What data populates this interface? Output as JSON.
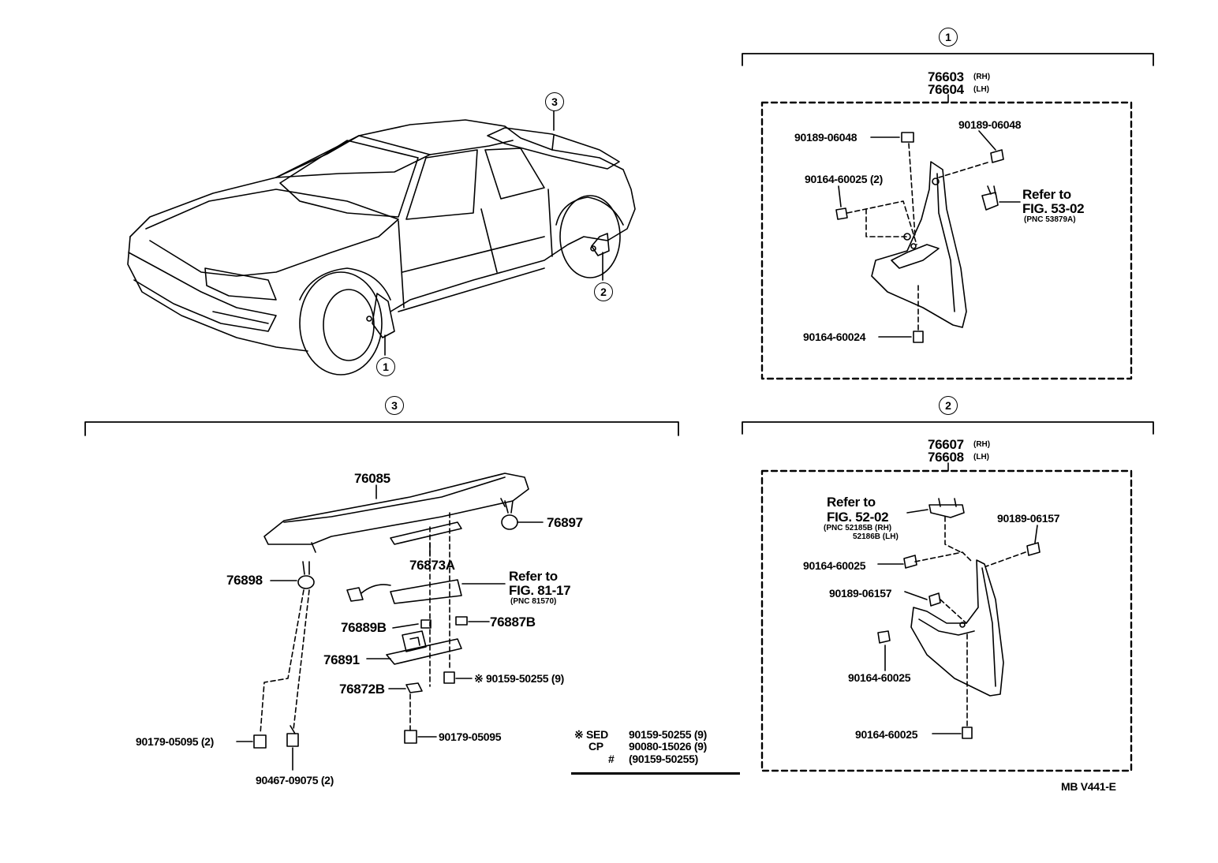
{
  "callouts": {
    "one": "1",
    "two": "2",
    "three": "3"
  },
  "panel1": {
    "part_rh": "76603",
    "rh": "(RH)",
    "part_lh": "76604",
    "lh": "(LH)",
    "screw_top_left": "90189-06048",
    "screw_top_right": "90189-06048",
    "screw_mid": "90164-60025 (2)",
    "screw_bottom": "90164-60024",
    "refer_label": "Refer to",
    "refer_fig": "FIG. 53-02",
    "refer_pnc": "(PNC 53879A)"
  },
  "panel2": {
    "part_rh": "76607",
    "rh": "(RH)",
    "part_lh": "76608",
    "lh": "(LH)",
    "refer_label": "Refer to",
    "refer_fig": "FIG. 52-02",
    "refer_pnc_1": "(PNC 52185B (RH)",
    "refer_pnc_2": "52186B (LH)",
    "screw_a": "90189-06157",
    "screw_b": "90164-60025",
    "screw_c": "90189-06157",
    "screw_d": "90164-60025",
    "screw_e": "90164-60025"
  },
  "panel3": {
    "spoiler": "76085",
    "cap_right": "76897",
    "lens": "76873A",
    "cap_left": "76898",
    "refer_label": "Refer to",
    "refer_fig": "FIG. 81-17",
    "refer_pnc": "(PNC 81570)",
    "pad_left": "76889B",
    "pad_right": "76887B",
    "bracket": "76891",
    "screw_star": "※ 90159-50255 (9)",
    "clip": "76872B",
    "nut_center": "90179-05095",
    "nut_left": "90179-05095 (2)",
    "grommet": "90467-09075 (2)"
  },
  "legend": {
    "rows": [
      {
        "mark": "※ SED",
        "value": "90159-50255 (9)"
      },
      {
        "mark": "CP",
        "value": "90080-15026 (9)"
      },
      {
        "mark": "#",
        "value": "(90159-50255)"
      }
    ]
  },
  "figure_code": "MB V441-E"
}
